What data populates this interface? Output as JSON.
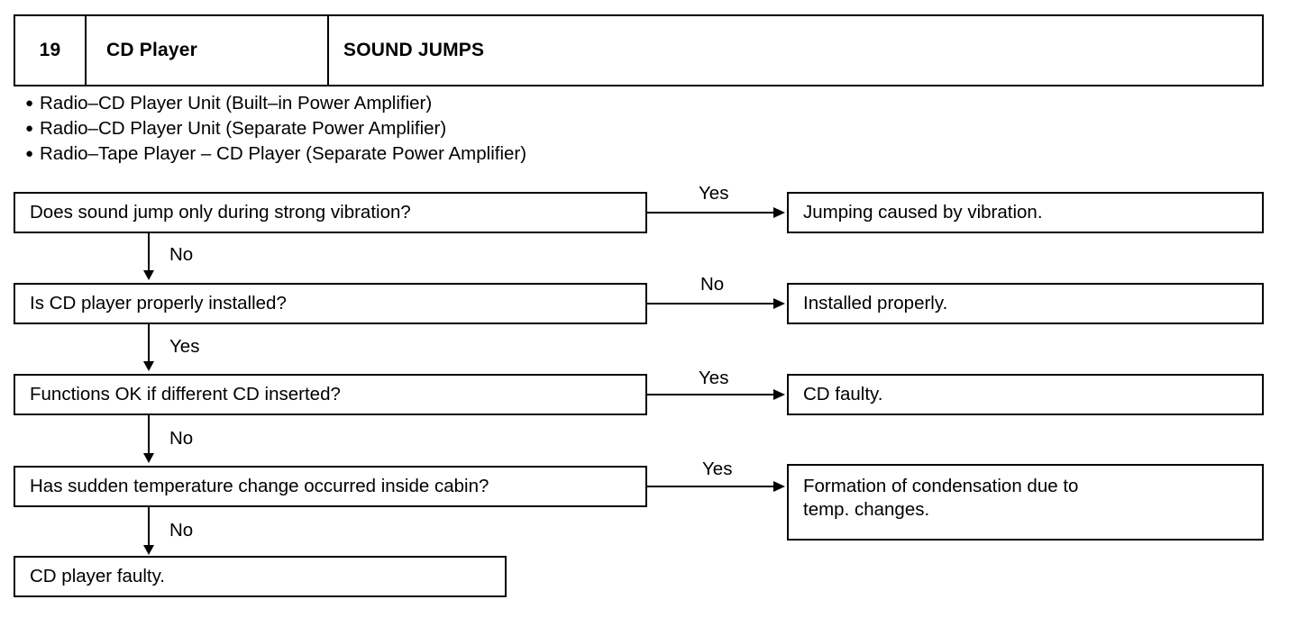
{
  "header": {
    "index": "19",
    "system": "CD Player",
    "symptom": "SOUND JUMPS"
  },
  "applicable_units": {
    "bullet_glyph": "●",
    "items": [
      "Radio–CD Player Unit (Built–in Power Amplifier)",
      "Radio–CD Player Unit (Separate Power Amplifier)",
      "Radio–Tape Player – CD Player (Separate Power Amplifier)"
    ]
  },
  "flowchart": {
    "questions": [
      "Does sound jump only during strong vibration?",
      "Is CD player properly installed?",
      "Functions OK if different CD inserted?",
      "Has sudden temperature change occurred inside cabin?"
    ],
    "branch_labels": [
      "Yes",
      "No",
      "Yes",
      "Yes"
    ],
    "down_labels": [
      "No",
      "Yes",
      "No",
      "No"
    ],
    "results": [
      {
        "line1": "Jumping caused by vibration.",
        "line2": ""
      },
      {
        "line1": "Installed properly.",
        "line2": ""
      },
      {
        "line1": "CD faulty.",
        "line2": ""
      },
      {
        "line1": "Formation of condensation due to",
        "line2": "temp. changes."
      }
    ],
    "terminal": "CD player faulty."
  },
  "colors": {
    "ink": "#000000",
    "paper": "#ffffff"
  }
}
